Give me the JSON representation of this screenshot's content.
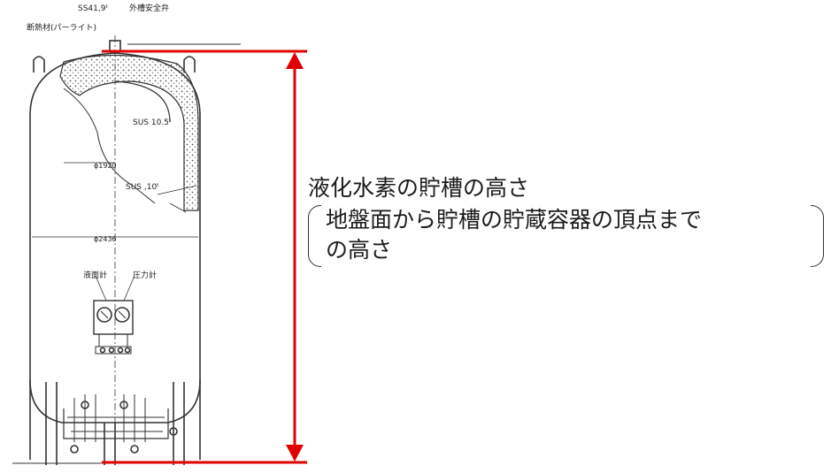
{
  "figure": {
    "labels": {
      "top_plate": "SS41,9ᵗ",
      "safety_valve": "外槽安全弁",
      "insulation": "断熱材(パーライト)",
      "inner_material": "SUS 10.5ᵗ",
      "inner_diameter": "ϕ1920",
      "inner_wall": "SUS ,10ᵗ",
      "outer_diameter": "ϕ2436",
      "level_gauge": "液面計",
      "pressure_gauge": "圧力計"
    },
    "height_marker_color": "#e00000"
  },
  "caption": {
    "title": "液化水素の貯槽の高さ",
    "note_line1": "地盤面から貯槽の貯蔵容器の頂点まで",
    "note_line2": "の高さ"
  }
}
